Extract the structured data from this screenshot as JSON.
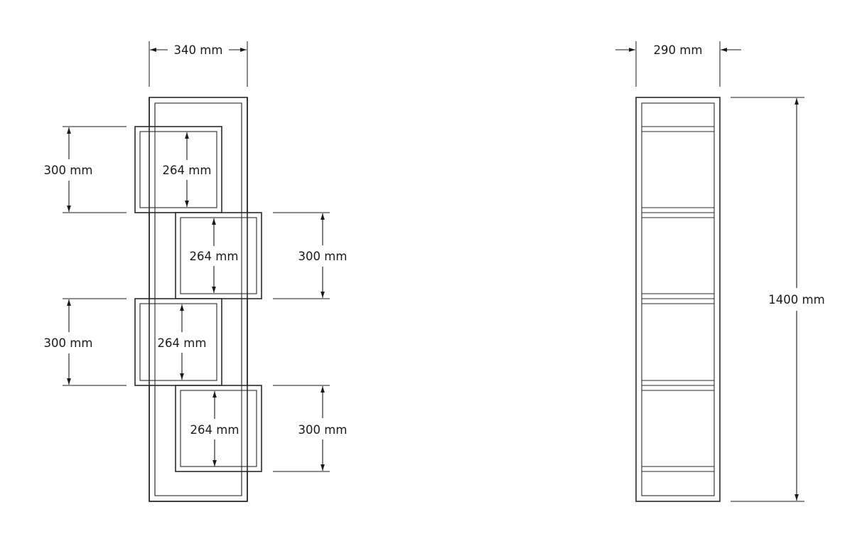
{
  "front_view": {
    "width_label": "340 mm",
    "shelf_heights": [
      "300 mm",
      "300 mm",
      "300 mm",
      "300 mm"
    ],
    "inner_heights": [
      "264 mm",
      "264 mm",
      "264 mm",
      "264 mm"
    ]
  },
  "side_view": {
    "depth_label": "290 mm",
    "height_label": "1400 mm"
  }
}
